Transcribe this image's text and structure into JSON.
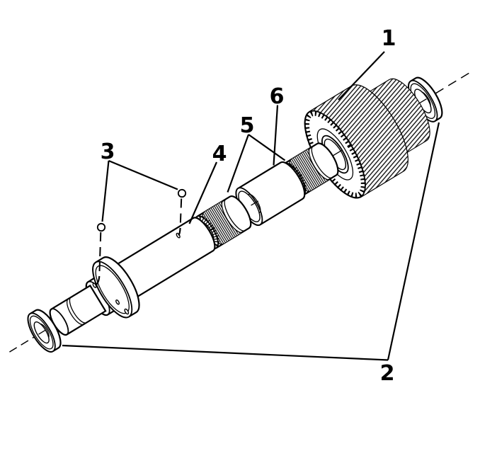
{
  "diagram": {
    "background_color": "#ffffff",
    "line_color": "#000000",
    "callouts": [
      {
        "label": "1"
      },
      {
        "label": "2"
      },
      {
        "label": "3"
      },
      {
        "label": "4"
      },
      {
        "label": "5"
      },
      {
        "label": "6"
      }
    ]
  }
}
